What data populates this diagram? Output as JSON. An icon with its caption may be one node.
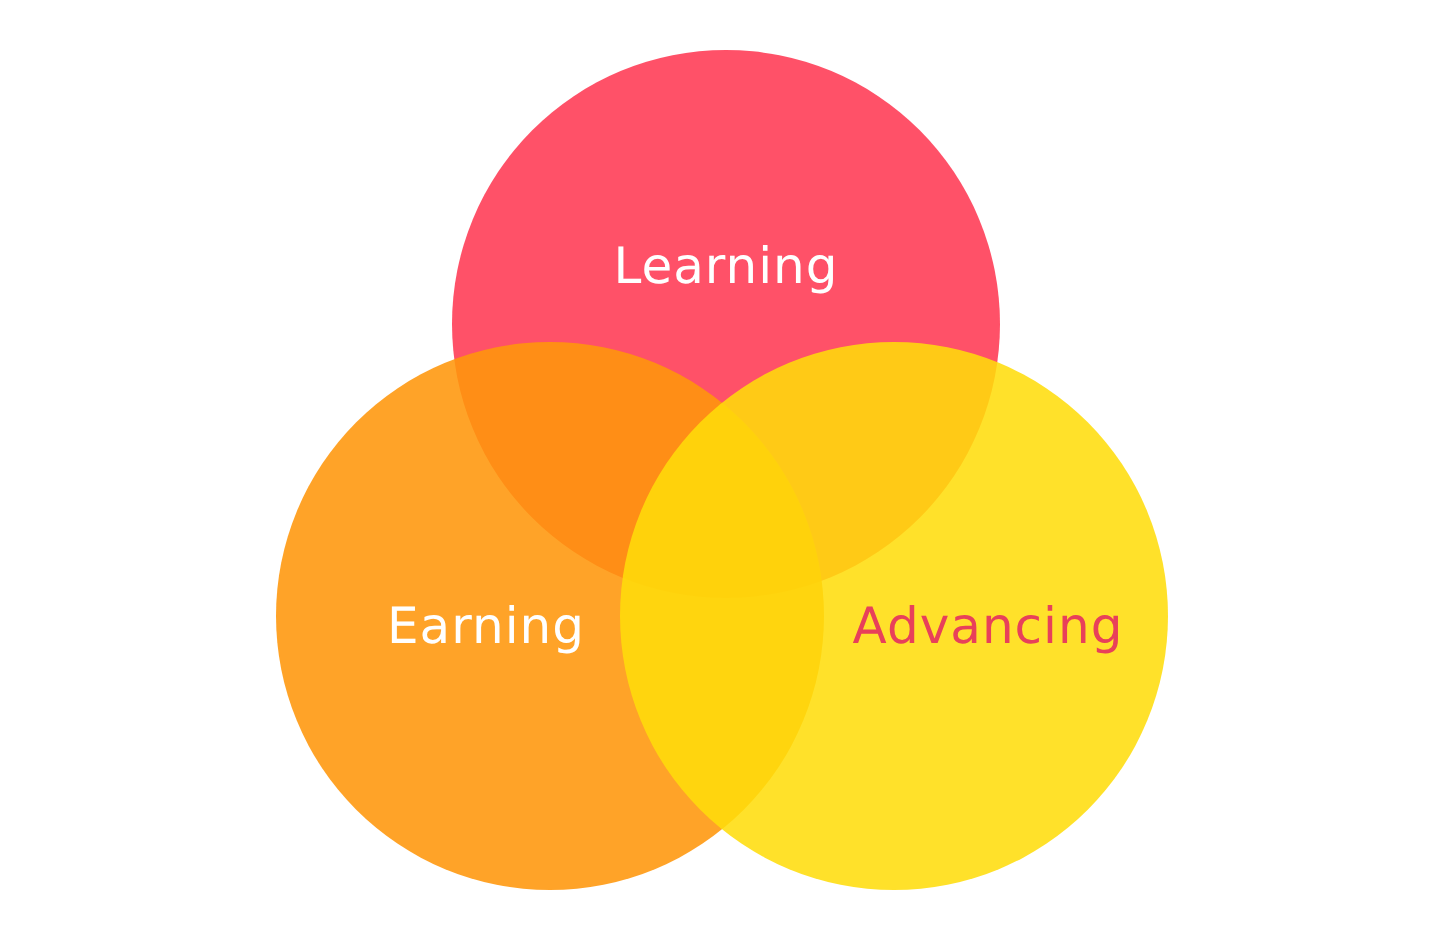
{
  "diagram": {
    "nodes": [
      {
        "text": [
          "Learning"
        ]
      },
      {
        "text": [
          "Earning"
        ]
      },
      {
        "text": [
          "Advancing"
        ]
      }
    ]
  }
}
